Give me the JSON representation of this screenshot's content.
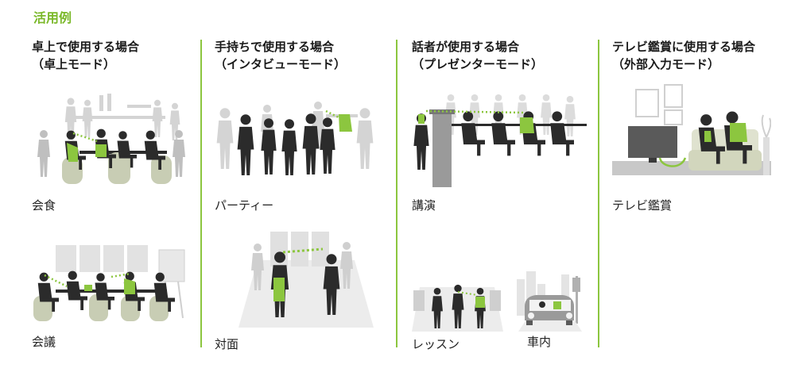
{
  "title": "活用例",
  "colors": {
    "accent": "#8cc63f",
    "title": "#7ab829",
    "figure": "#2b2b2b",
    "ghost": "#d4d4d4"
  },
  "columns": [
    {
      "heading": "卓上で使用する場合",
      "subheading": "（卓上モード）",
      "scenes": [
        {
          "label": "会食",
          "icon": "dinner-scene-illustration"
        },
        {
          "label": "会議",
          "icon": "meeting-scene-illustration"
        }
      ]
    },
    {
      "heading": "手持ちで使用する場合",
      "subheading": "（インタビューモード）",
      "scenes": [
        {
          "label": "パーティー",
          "icon": "party-scene-illustration"
        },
        {
          "label": "対面",
          "icon": "face-to-face-scene-illustration"
        }
      ]
    },
    {
      "heading": "話者が使用する場合",
      "subheading": "（プレゼンターモード）",
      "scenes": [
        {
          "label": "講演",
          "icon": "lecture-scene-illustration"
        },
        {
          "label": "レッスン",
          "icon": "lesson-scene-illustration"
        },
        {
          "label": "車内",
          "icon": "car-scene-illustration"
        }
      ]
    },
    {
      "heading": "テレビ鑑賞に使用する場合",
      "subheading": "（外部入力モード）",
      "scenes": [
        {
          "label": "テレビ鑑賞",
          "icon": "tv-viewing-scene-illustration"
        }
      ]
    }
  ]
}
